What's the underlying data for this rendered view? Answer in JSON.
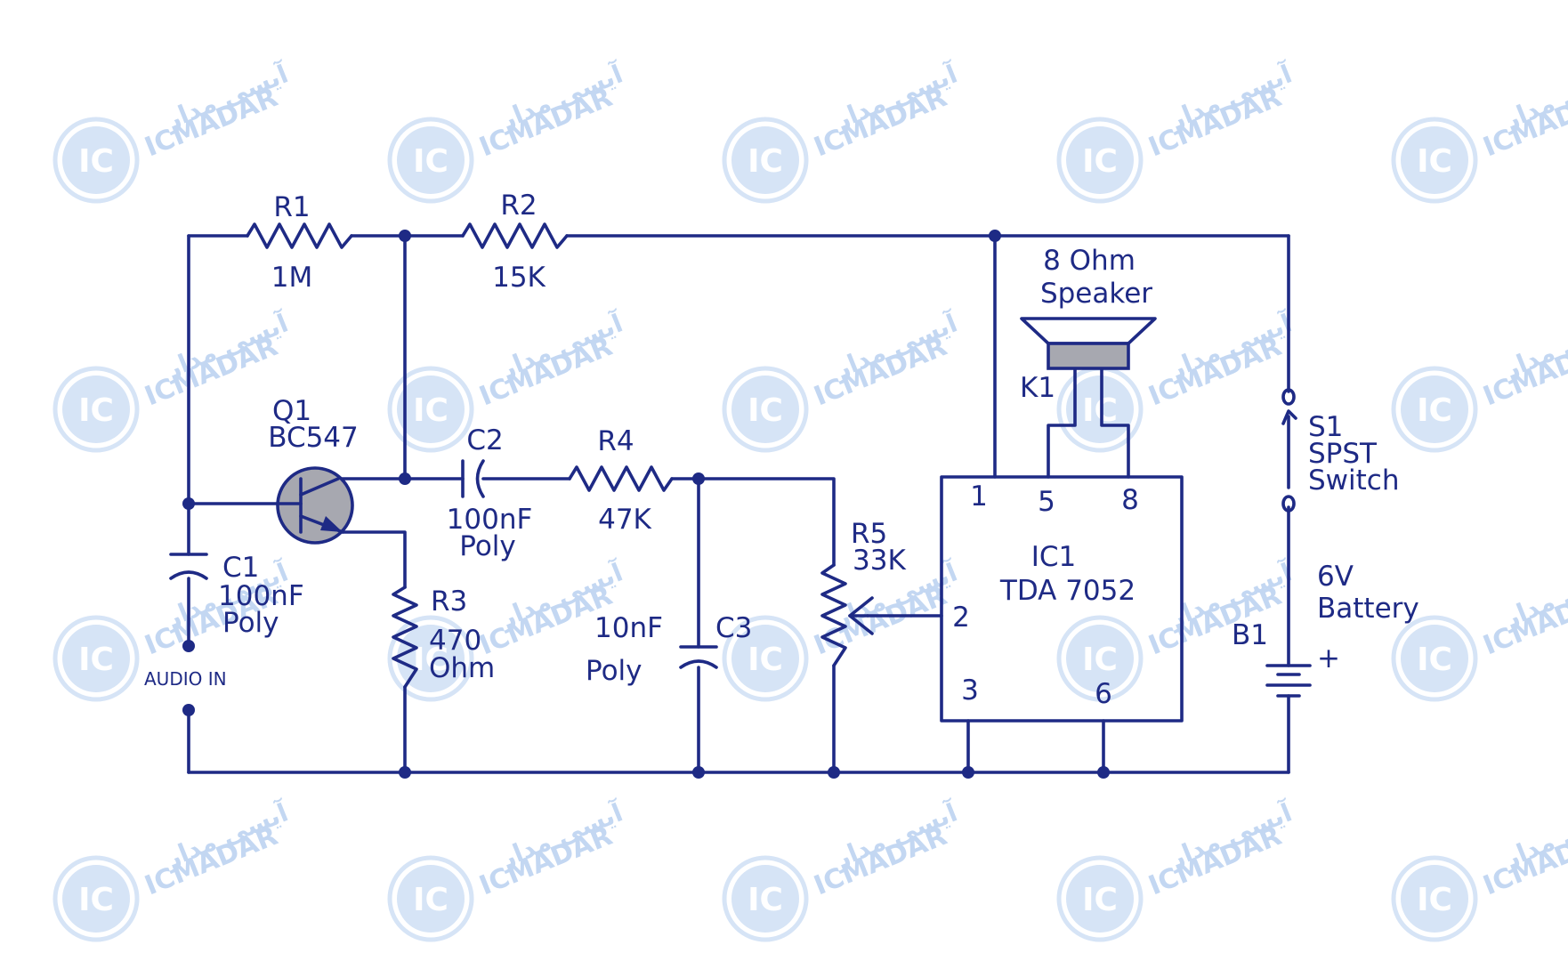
{
  "watermark": {
    "brand_en": "ICMADAR",
    "brand_fa": "آیسی مدار",
    "badge": "IC"
  },
  "colors": {
    "ink": "#1e2a85",
    "watermark": "#c3d7f2"
  },
  "labels": {
    "r1_name": "R1",
    "r1_value": "1M",
    "r2_name": "R2",
    "r2_value": "15K",
    "q1_name": "Q1",
    "q1_part": "BC547",
    "c1_name": "C1",
    "c1_value": "100nF",
    "c1_type": "Poly",
    "audio_in": "AUDIO IN",
    "c2_name": "C2",
    "c2_value": "100nF",
    "c2_type": "Poly",
    "r4_name": "R4",
    "r4_value": "47K",
    "r3_name": "R3",
    "r3_value": "470",
    "r3_unit": "Ohm",
    "c3_value": "10nF",
    "c3_name": "C3",
    "c3_type": "Poly",
    "r5_name": "R5",
    "r5_value": "33K",
    "spk_line1": "8 Ohm",
    "spk_line2": "Speaker",
    "k1_name": "K1",
    "ic_name": "IC1",
    "ic_part": "TDA 7052",
    "pin1": "1",
    "pin5": "5",
    "pin8": "8",
    "pin2": "2",
    "pin3": "3",
    "pin6": "6",
    "s1_name": "S1",
    "s1_type": "SPST",
    "s1_desc": "Switch",
    "batt_volt": "6V",
    "batt_desc": "Battery",
    "b1_name": "B1",
    "b1_plus": "+"
  }
}
